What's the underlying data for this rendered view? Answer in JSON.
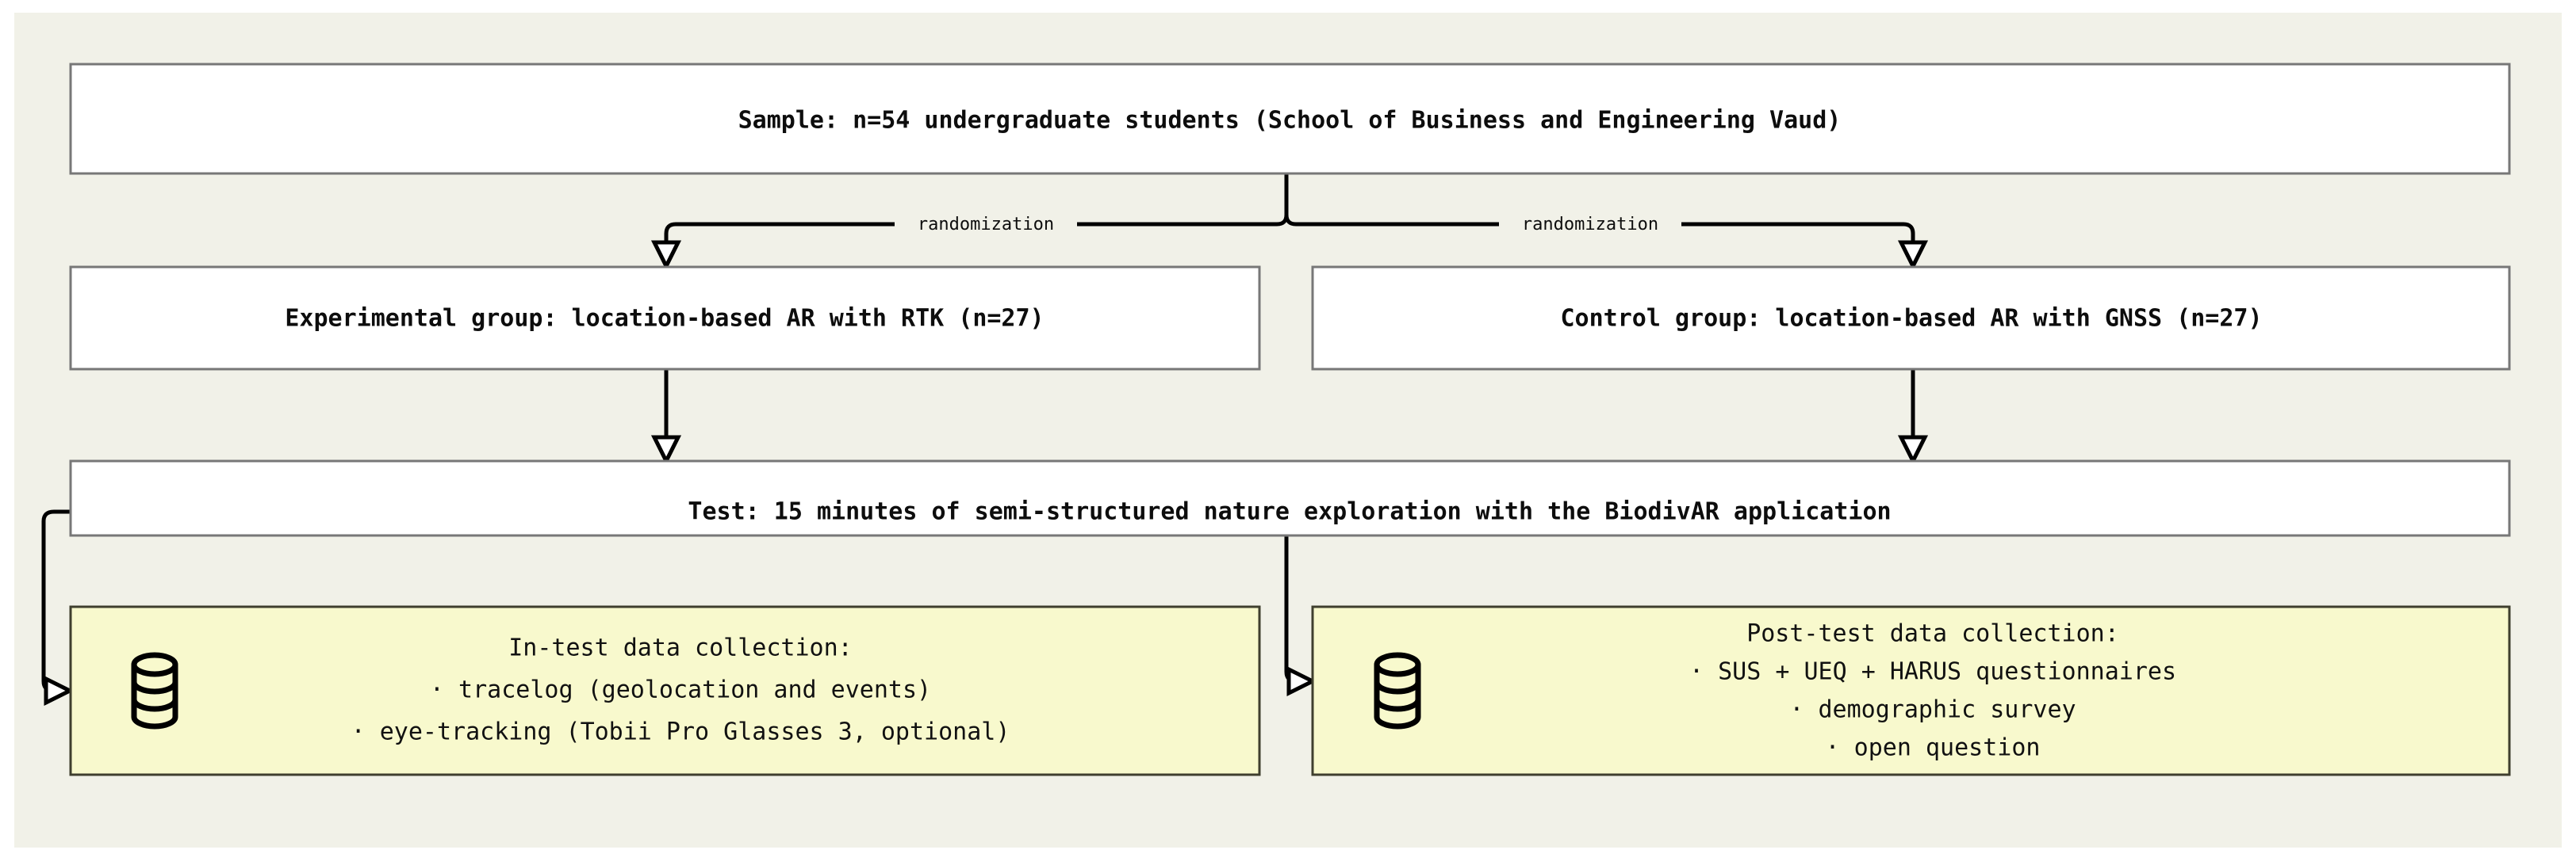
{
  "canvas": {
    "background": "#f1f1e8",
    "page_background": "#ffffff",
    "node_fill": "#ffffff",
    "node_stroke": "#777777",
    "data_node_fill": "#f8f9cd",
    "data_node_stroke": "#3f3f2e",
    "edge_color": "#000000"
  },
  "diagram": {
    "type": "flowchart",
    "title": "Study design flowchart",
    "nodes": {
      "sample": {
        "id": "sample",
        "label": "Sample: n=54 undergraduate students (School of Business and Engineering Vaud)",
        "shape": "rectangle",
        "kind": "process"
      },
      "experimental": {
        "id": "experimental",
        "label": "Experimental group: location-based AR with RTK (n=27)",
        "shape": "rectangle",
        "kind": "process"
      },
      "control": {
        "id": "control",
        "label": "Control group: location-based AR with GNSS (n=27)",
        "shape": "rectangle",
        "kind": "process"
      },
      "test": {
        "id": "test",
        "label": "Test: 15 minutes of semi-structured nature exploration with the BiodivAR application",
        "shape": "rectangle",
        "kind": "process"
      },
      "in_test": {
        "id": "in_test",
        "shape": "rectangle",
        "kind": "data-store",
        "icon": "database-icon",
        "lines": [
          "In-test data collection:",
          "· tracelog (geolocation and events)",
          "· eye-tracking (Tobii Pro Glasses 3, optional)"
        ]
      },
      "post_test": {
        "id": "post_test",
        "shape": "rectangle",
        "kind": "data-store",
        "icon": "database-icon",
        "lines": [
          "Post-test data collection:",
          "· SUS + UEQ + HARUS questionnaires",
          "· demographic survey",
          "· open question"
        ]
      }
    },
    "edges": [
      {
        "id": "edge-sample-experimental",
        "from": "sample",
        "to": "experimental",
        "label": "randomization",
        "arrow": "open-triangle"
      },
      {
        "id": "edge-sample-control",
        "from": "sample",
        "to": "control",
        "label": "randomization",
        "arrow": "open-triangle"
      },
      {
        "id": "edge-experimental-test",
        "from": "experimental",
        "to": "test",
        "label": "",
        "arrow": "open-triangle"
      },
      {
        "id": "edge-control-test",
        "from": "control",
        "to": "test",
        "label": "",
        "arrow": "open-triangle"
      },
      {
        "id": "edge-test-in-test",
        "from": "test",
        "to": "in_test",
        "label": "",
        "arrow": "open-triangle"
      },
      {
        "id": "edge-test-post-test",
        "from": "test",
        "to": "post_test",
        "label": "",
        "arrow": "open-triangle"
      }
    ]
  }
}
